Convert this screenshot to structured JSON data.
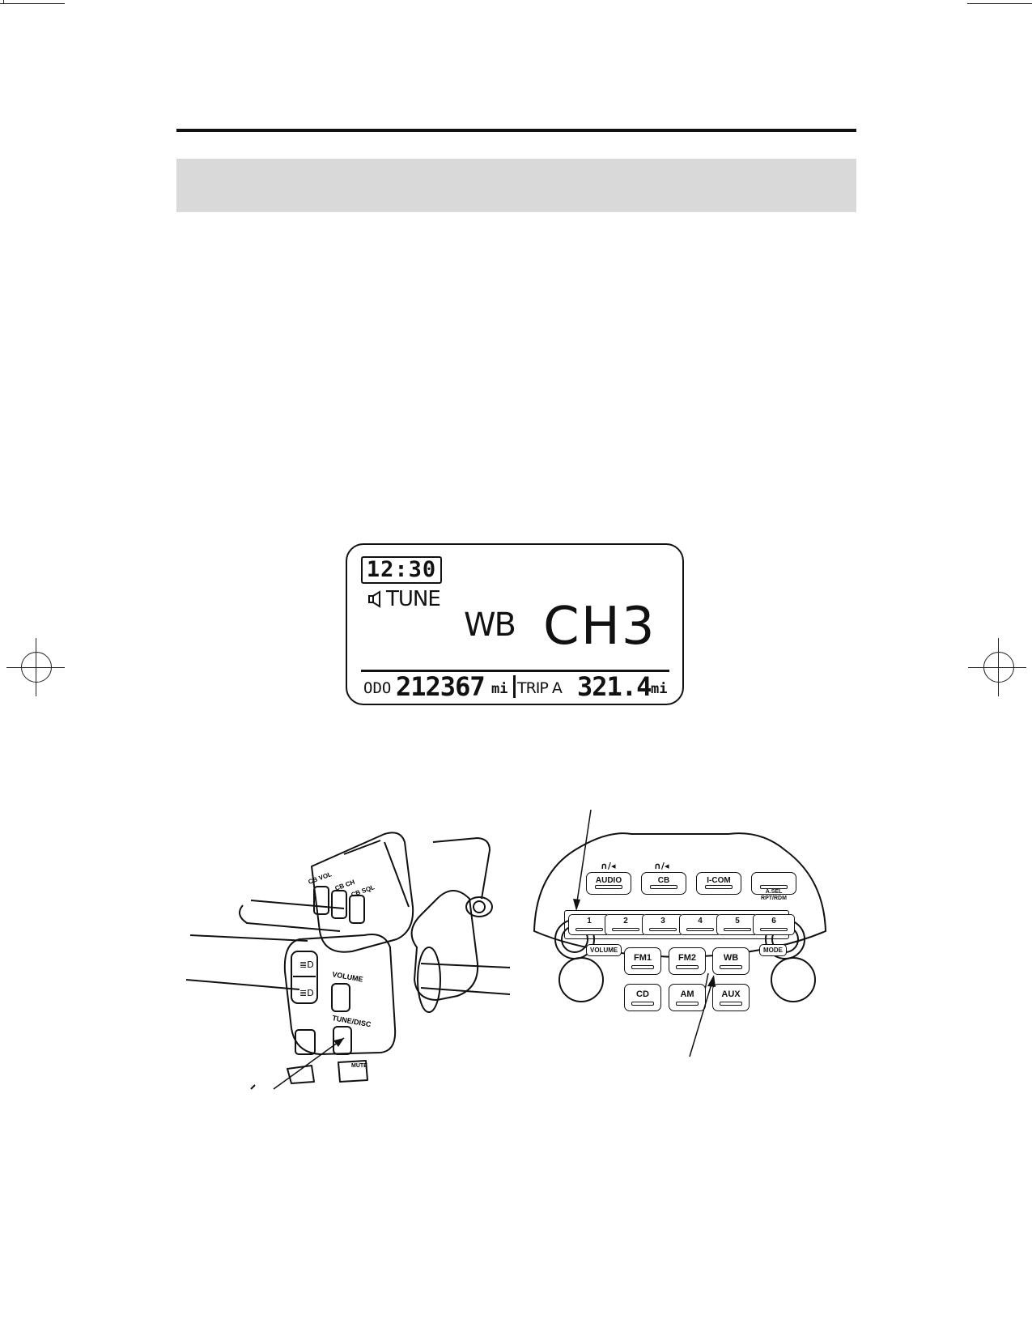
{
  "display": {
    "clock": "12:30",
    "mode_label": "TUNE",
    "band": "WB",
    "channel": "CH3",
    "odo_label": "ODO",
    "odo_value": "212367",
    "odo_unit": "mi",
    "trip_label": "TRIP A",
    "trip_value": "321.4",
    "trip_unit": "mi"
  },
  "handlebar": {
    "labels": {
      "cb_vol": "CB VOL",
      "cb_ch": "CB CH",
      "cb_sq": "CB SQL",
      "volume": "VOLUME",
      "tune_disc": "TUNE/DISC",
      "mute": "MUTE"
    }
  },
  "panel": {
    "top_buttons": [
      {
        "label": "AUDIO",
        "icon": "headphone-speaker-icon"
      },
      {
        "label": "CB",
        "icon": "headphone-speaker-icon"
      },
      {
        "label": "I-COM"
      },
      {
        "label": "A.SEL\nRPT/RDM"
      }
    ],
    "presets": [
      "1",
      "2",
      "3",
      "4",
      "5",
      "6"
    ],
    "band_buttons_row1": [
      "FM1",
      "FM2",
      "WB"
    ],
    "band_buttons_row2": [
      "CD",
      "AM",
      "AUX"
    ],
    "volume_tag": "VOLUME",
    "mode_tag": "MODE"
  }
}
